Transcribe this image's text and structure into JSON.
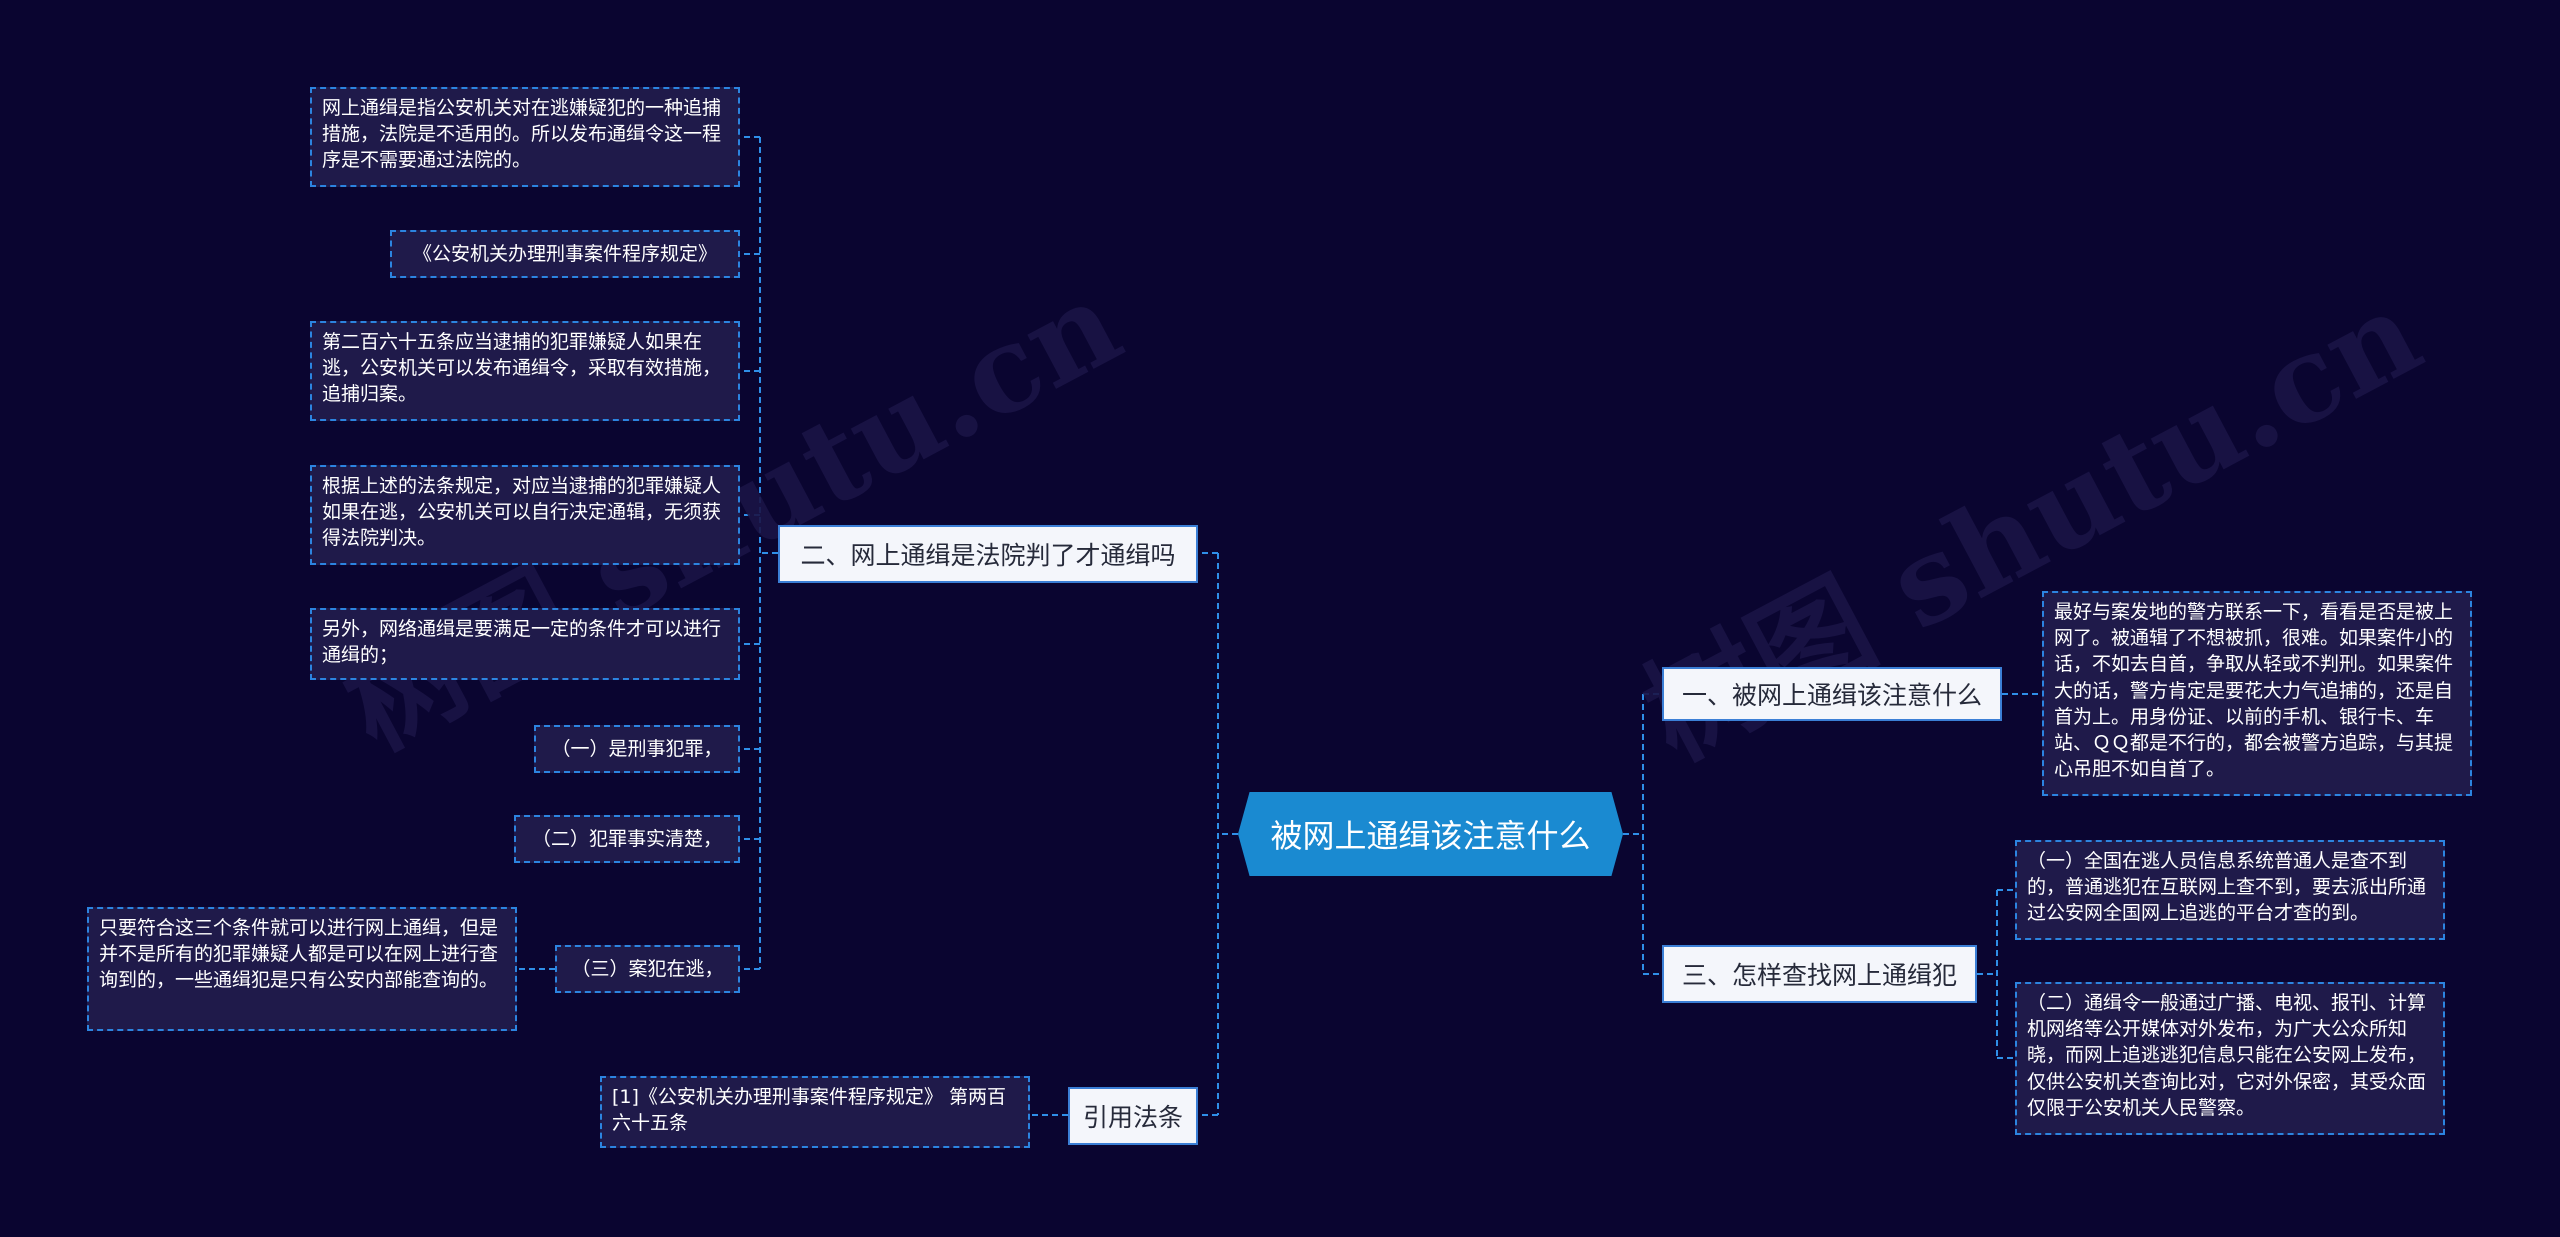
{
  "central_topic": "被网上通缉该注意什么",
  "watermarks": [
    "树图 shutu.cn",
    "树图 shutu.cn"
  ],
  "branches": {
    "b1": "一、被网上通缉该注意什么",
    "b2": "二、网上通缉是法院判了才通缉吗",
    "b3": "三、怎样查找网上通缉犯",
    "b4": "引用法条"
  },
  "leaves": {
    "b1_1": "最好与案发地的警方联系一下，看看是否是被上网了。被通辑了不想被抓，很难。如果案件小的话，不如去自首，争取从轻或不判刑。如果案件大的话，警方肯定是要花大力气追捕的，还是自首为上。用身份证、以前的手机、银行卡、车站、ＱＱ都是不行的，都会被警方追踪，与其提心吊胆不如自首了。",
    "b2_1": "网上通缉是指公安机关对在逃嫌疑犯的一种追捕措施，法院是不适用的。所以发布通缉令这一程序是不需要通过法院的。",
    "b2_2": "《公安机关办理刑事案件程序规定》",
    "b2_3": "第二百六十五条应当逮捕的犯罪嫌疑人如果在逃，公安机关可以发布通缉令，采取有效措施，追捕归案。",
    "b2_4": "根据上述的法条规定，对应当逮捕的犯罪嫌疑人如果在逃，公安机关可以自行决定通辑，无须获得法院判决。",
    "b2_5": "另外，网络通缉是要满足一定的条件才可以进行通缉的；",
    "b2_6": "（一）是刑事犯罪，",
    "b2_7": "（二）犯罪事实清楚，",
    "b2_8": "（三）案犯在逃，",
    "b2_8_1": "只要符合这三个条件就可以进行网上通缉，但是并不是所有的犯罪嫌疑人都是可以在网上进行查询到的，一些通缉犯是只有公安内部能查询的。",
    "b3_1": "（一）全国在逃人员信息系统普通人是查不到的，普通逃犯在互联网上查不到，要去派出所通过公安网全国网上追逃的平台才查的到。",
    "b3_2": "（二）通缉令一般通过广播、电视、报刊、计算机网络等公开媒体对外发布，为广大公众所知晓，而网上追逃逃犯信息只能在公安网上发布，仅供公安机关查询比对，它对外保密，其受众面仅限于公安机关人民警察。",
    "b4_1": "[1]《公安机关办理刑事案件程序规定》 第两百六十五条"
  },
  "colors": {
    "background": "#0a0530",
    "central": "#1a8ad1",
    "connector": "#2f8fe8",
    "leaf_fill": "#1f1a4a",
    "branch_fill": "#f4f6fb"
  }
}
